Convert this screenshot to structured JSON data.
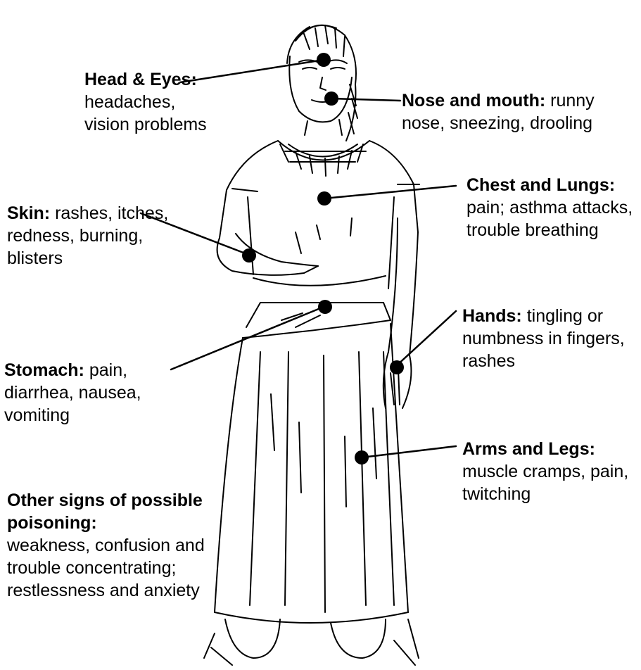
{
  "callouts": {
    "head_eyes": {
      "term": "Head & Eyes:",
      "text": "headaches, vision problems"
    },
    "nose_mouth": {
      "term": "Nose and mouth:",
      "text": "runny nose, sneezing, drooling"
    },
    "chest_lungs": {
      "term": "Chest and Lungs:",
      "text": "pain; asthma attacks, trouble breathing"
    },
    "skin": {
      "term": "Skin:",
      "text": "rashes, itches, redness, burning, blisters"
    },
    "hands": {
      "term": "Hands:",
      "text": "tingling or numbness in fingers, rashes"
    },
    "stomach": {
      "term": "Stomach:",
      "text": "pain, diarrhea, nausea, vomiting"
    },
    "arms_legs": {
      "term": "Arms and Legs:",
      "text": "muscle cramps, pain, twitching"
    },
    "other_signs": {
      "term": "Other signs of possible poisoning:",
      "text": "weakness, confusion and trouble concentrating; restlessness and anxiety"
    }
  },
  "illustration": {
    "subject": "standing-woman-sketch"
  },
  "colors": {
    "ink": "#000000",
    "paper": "#ffffff"
  }
}
